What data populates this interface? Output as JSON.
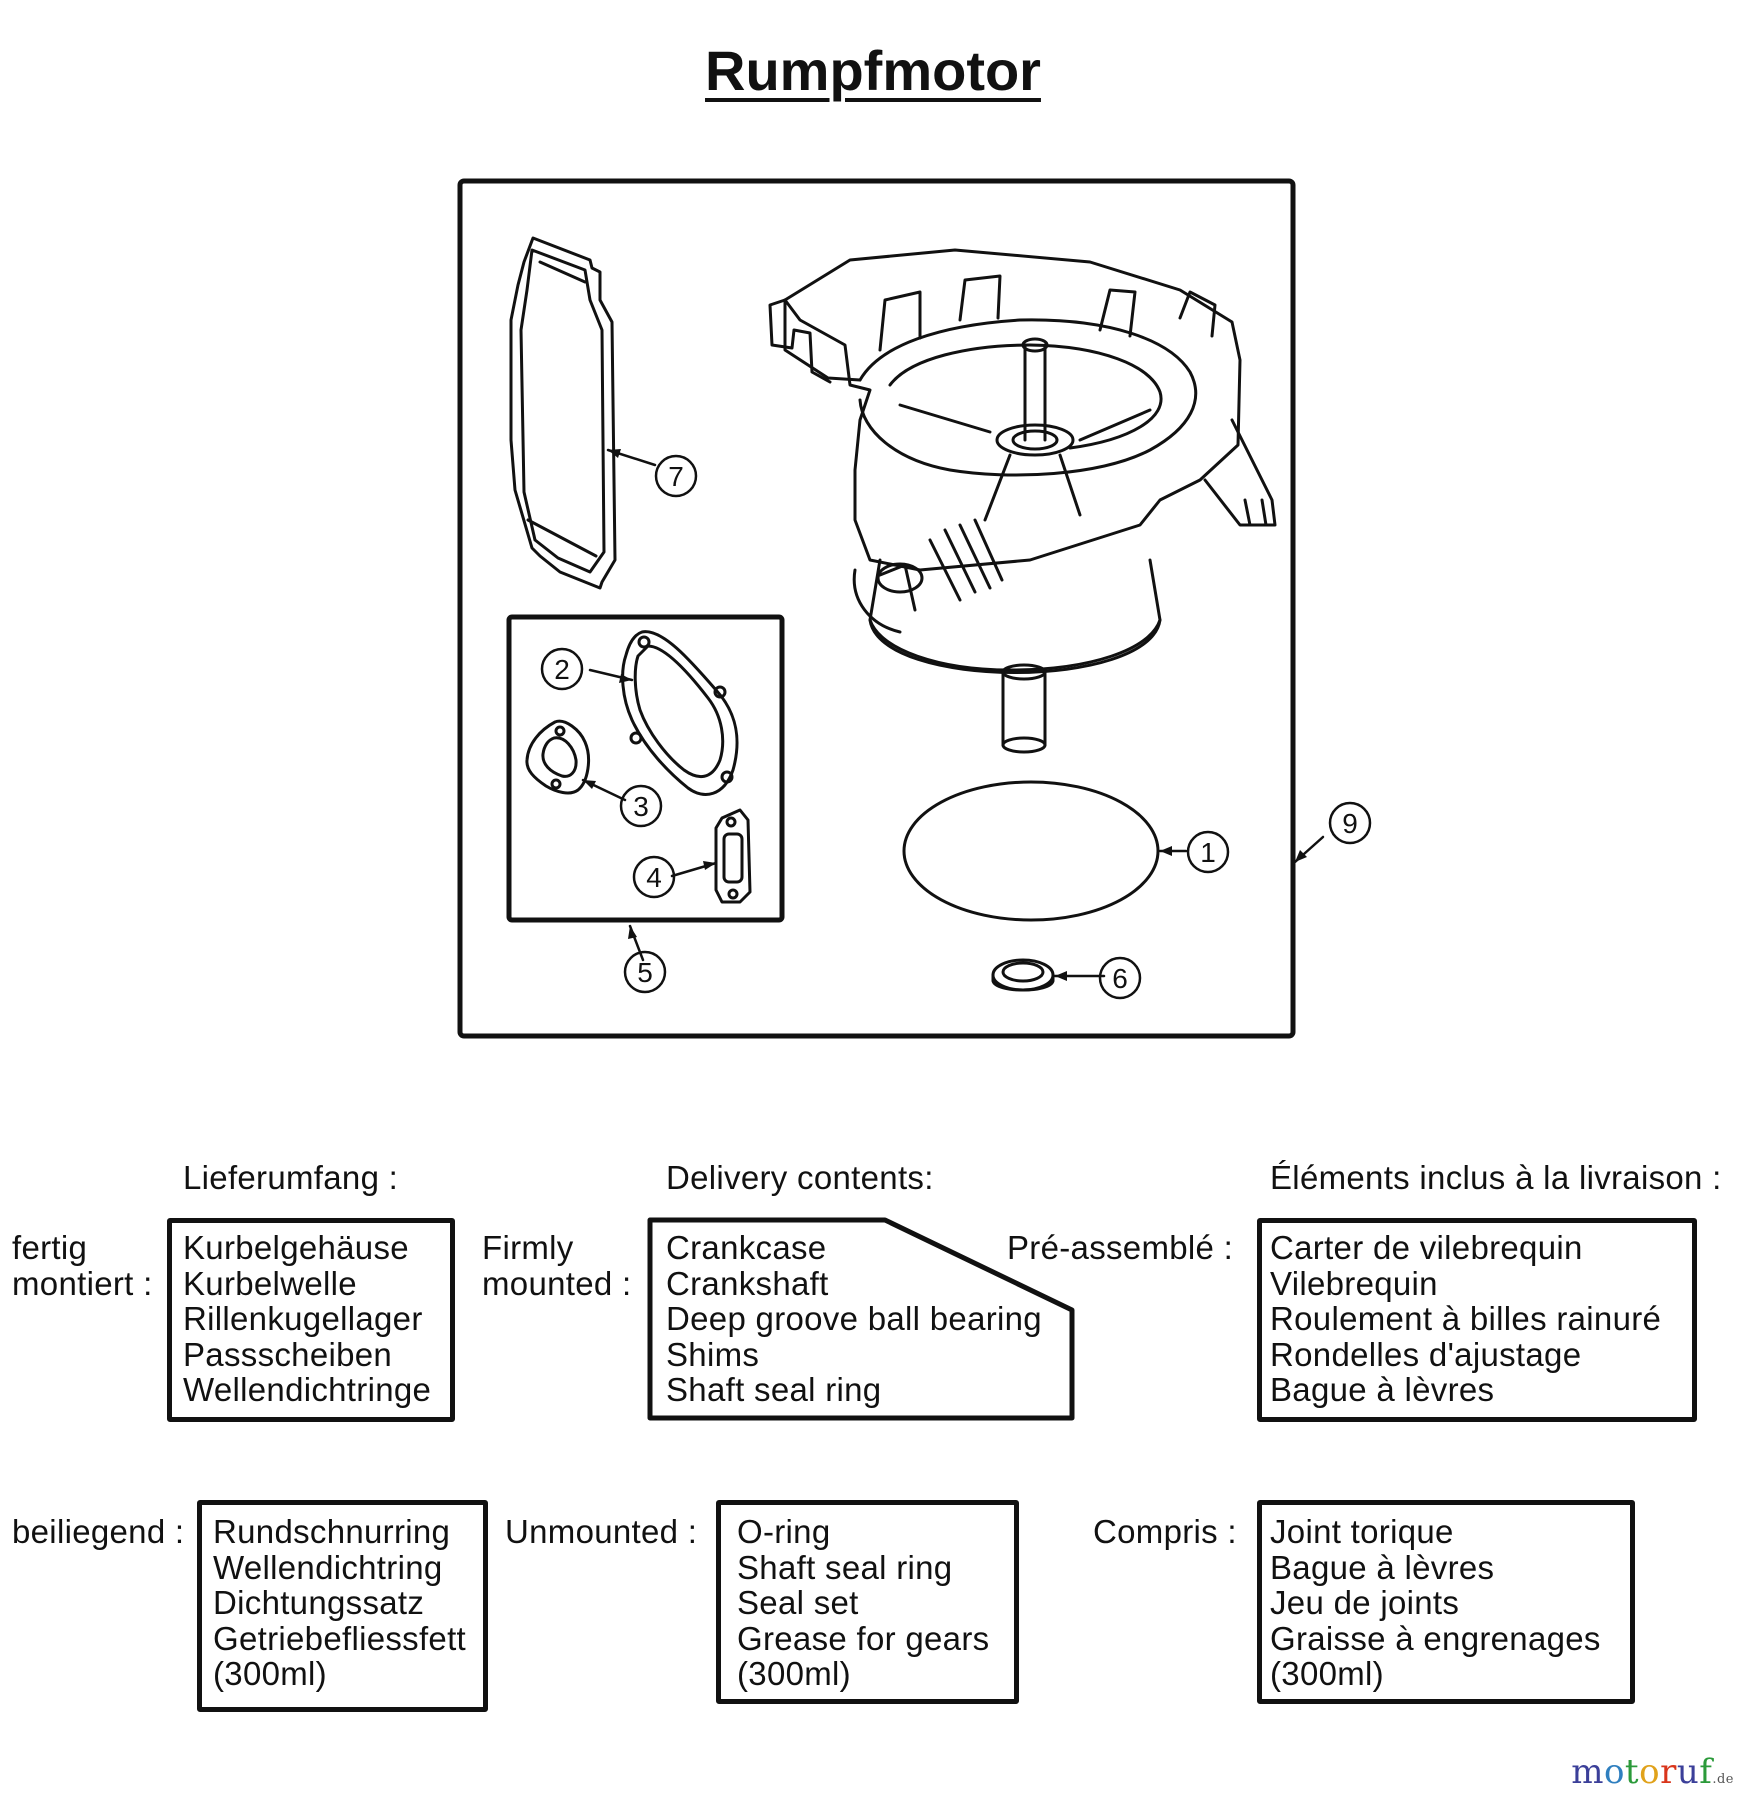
{
  "title": "Rumpfmotor",
  "callouts": [
    "1",
    "2",
    "3",
    "4",
    "5",
    "6",
    "7",
    "9"
  ],
  "headers": {
    "de": "Lieferumfang :",
    "en": "Delivery contents:",
    "fr": "Éléments inclus à la livraison :"
  },
  "mounted": {
    "de_label": [
      "fertig",
      "montiert :"
    ],
    "de_items": [
      "Kurbelgehäuse",
      "Kurbelwelle",
      "Rillenkugellager",
      "Passscheiben",
      "Wellendichtringe"
    ],
    "en_label": [
      "Firmly",
      "mounted :"
    ],
    "en_items": [
      "Crankcase",
      "Crankshaft",
      "Deep groove ball bearing",
      "Shims",
      "Shaft seal ring"
    ],
    "fr_label": "Pré-assemblé :",
    "fr_items": [
      "Carter de vilebrequin",
      "Vilebrequin",
      "Roulement à billes rainuré",
      "Rondelles d'ajustage",
      "Bague à lèvres"
    ]
  },
  "unmounted": {
    "de_label": "beiliegend :",
    "de_items": [
      "Rundschnurring",
      "Wellendichtring",
      "Dichtungssatz",
      "Getriebefliessfett",
      "(300ml)"
    ],
    "en_label": "Unmounted :",
    "en_items": [
      "O-ring",
      "Shaft seal ring",
      "Seal set",
      "Grease for gears",
      "(300ml)"
    ],
    "fr_label": "Compris :",
    "fr_items": [
      "Joint torique",
      "Bague à lèvres",
      "Jeu de joints",
      "Graisse à engrenages",
      "(300ml)"
    ]
  },
  "brand": {
    "name": "motoruf",
    "tld": ".de"
  }
}
